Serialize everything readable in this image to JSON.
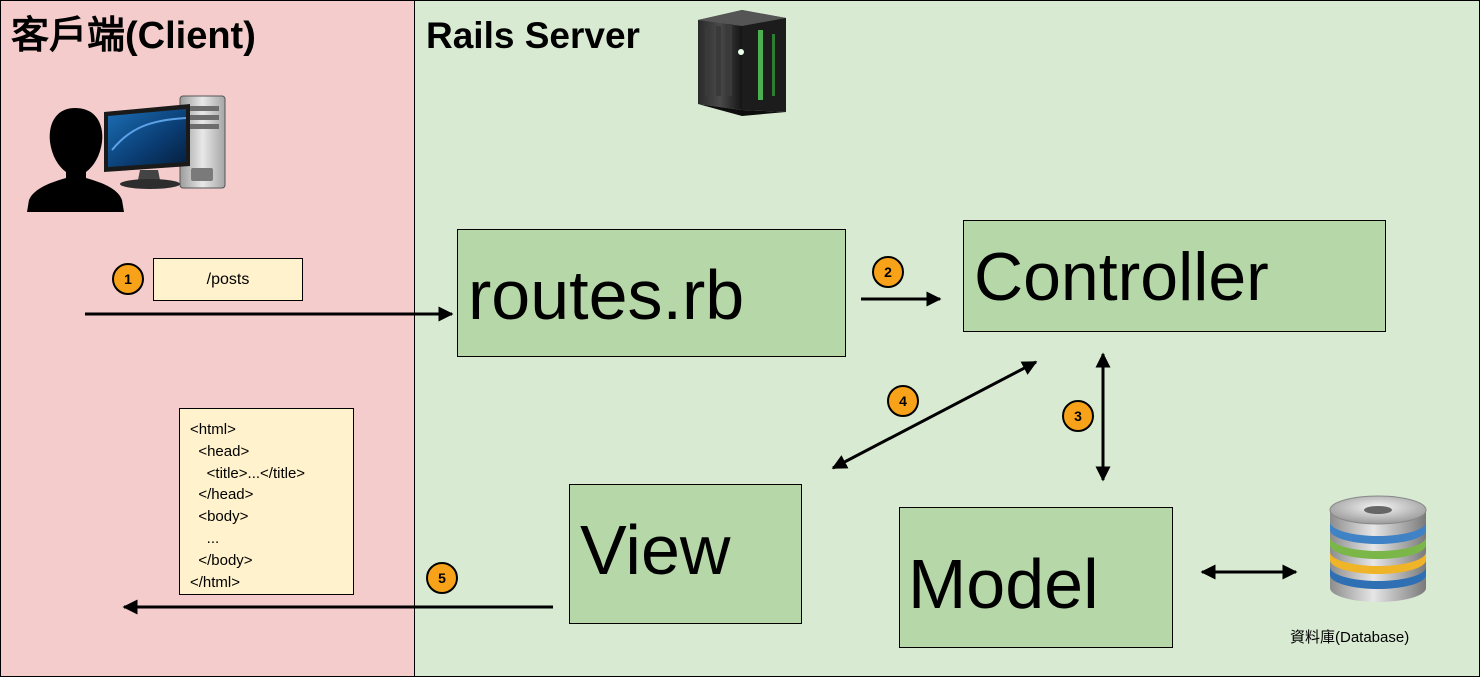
{
  "client": {
    "title": "客戶端(Client)"
  },
  "server": {
    "title": "Rails Server"
  },
  "request": {
    "path": "/posts"
  },
  "nodes": {
    "routes": "routes.rb",
    "controller": "Controller",
    "view": "View",
    "model": "Model"
  },
  "response": {
    "html_lines": [
      "<html>",
      "  <head>",
      "    <title>...</title>",
      "  </head>",
      "  <body>",
      "    ...",
      "  </body>",
      "</html>"
    ]
  },
  "database": {
    "label": "資料庫(Database)"
  },
  "steps": [
    "1",
    "2",
    "3",
    "4",
    "5"
  ],
  "colors": {
    "client_bg": "#f4cccc",
    "server_bg": "#d9ead3",
    "box_fill": "#b6d7a8",
    "note_fill": "#fff2cc",
    "badge_fill": "#f7a219"
  },
  "icons": [
    "user-icon",
    "desktop-computer-icon",
    "server-rack-icon",
    "database-icon"
  ]
}
